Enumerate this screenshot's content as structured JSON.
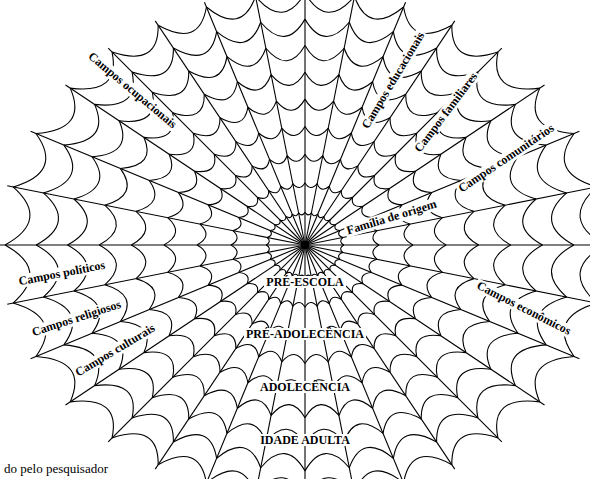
{
  "diagram": {
    "labels": [
      "Campos ocupacionais",
      "Campos educacionais",
      "Campos familiares",
      "Campos comunitários",
      "Família de origem",
      "Campos políticos",
      "Campos religiosos",
      "Campos culturais",
      "Campos econômicos",
      "PRÉ-ESCOLA",
      "PRÉ-ADOLECÊNCIA",
      "ADOLECÊNCIA",
      "IDADE ADULTA",
      "do pelo pesquisador"
    ]
  }
}
